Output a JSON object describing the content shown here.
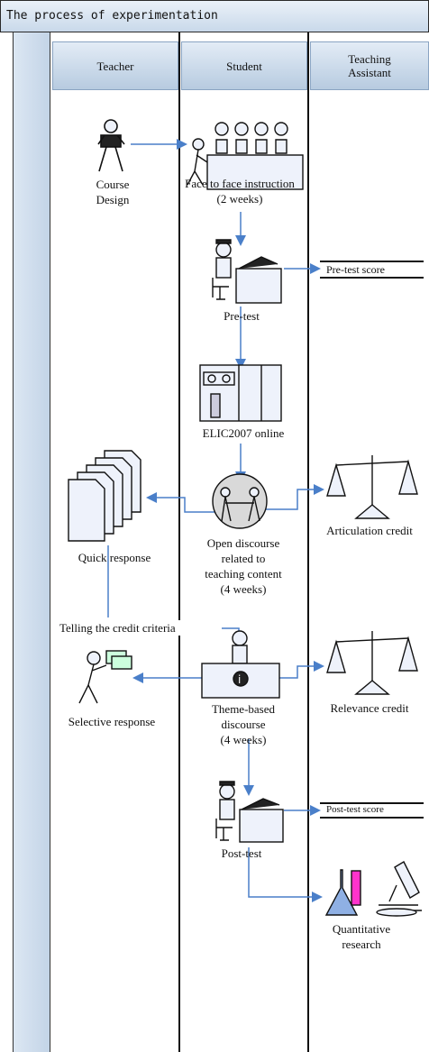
{
  "title": "The process of experimentation",
  "lanes": {
    "teacher": "Teacher",
    "student": "Student",
    "ta": "Teaching\nAssistant"
  },
  "nodes": {
    "course_design": "Course\nDesign",
    "face_to_face": "Face to face instruction\n(2 weeks)",
    "pre_test": "Pre-test",
    "pre_test_score": "Pre-test score",
    "elic": "ELIC2007 online",
    "quick_response": "Quick response",
    "open_discourse": "Open discourse\nrelated to\nteaching content\n(4 weeks)",
    "articulation_credit": "Articulation credit",
    "telling_criteria": "Telling the credit criteria",
    "selective_response": "Selective response",
    "theme_based": "Theme-based\ndiscourse\n(4 weeks)",
    "relevance_credit": "Relevance credit",
    "post_test": "Post-test",
    "post_test_score": "Post-test score",
    "quantitative": "Quantitative\nresearch"
  },
  "colors": {
    "connector": "#4a7fc9",
    "header_fill": "#c9d9ea",
    "icon_fill": "#eef2fb"
  }
}
